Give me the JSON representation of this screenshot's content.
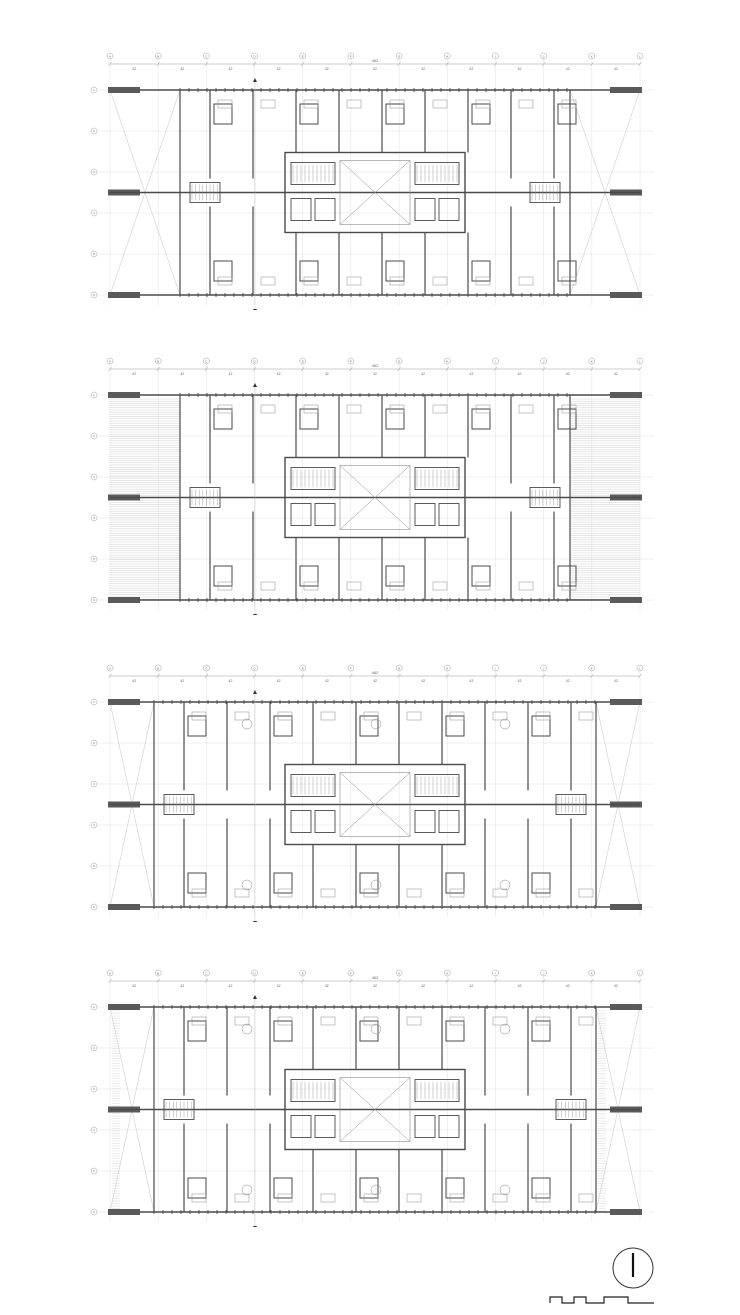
{
  "sheet": {
    "plans": [
      {
        "id": "floor-1"
      },
      {
        "id": "floor-2"
      },
      {
        "id": "floor-3"
      },
      {
        "id": "floor-4"
      }
    ],
    "grid": {
      "columns": [
        "A",
        "B",
        "C",
        "D",
        "E",
        "F",
        "G",
        "H",
        "I",
        "J",
        "K",
        "L"
      ],
      "rows": [
        "1",
        "2",
        "3",
        "4",
        "5",
        "6"
      ],
      "bay_label": "42",
      "overall_label": "462"
    },
    "colors": {
      "wall": "#4a4a4a",
      "thin": "#8a8a8a",
      "core": "#5a5a5a",
      "hatch": "#cfcfcf",
      "dim": "#9a9a9a"
    },
    "icons": [
      "north-arrow-icon",
      "scale-bar-icon"
    ]
  }
}
